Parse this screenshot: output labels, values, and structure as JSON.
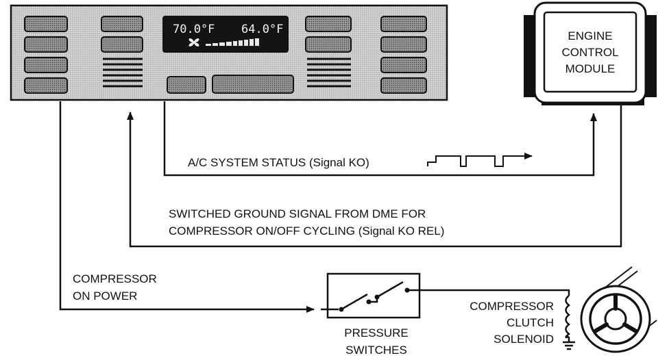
{
  "climate_panel": {
    "display_left": "70.0°F",
    "display_right": "64.0°F",
    "fan_icon": "fan-icon"
  },
  "ecm": {
    "line1": "ENGINE",
    "line2": "CONTROL",
    "line3": "MODULE"
  },
  "signals": {
    "ac_status": "A/C SYSTEM STATUS (Signal KO)",
    "ground_line1": "SWITCHED GROUND SIGNAL FROM DME FOR",
    "ground_line2": "COMPRESSOR ON/OFF CYCLING (Signal KO REL)",
    "power_line1": "COMPRESSOR",
    "power_line2": "ON POWER"
  },
  "pressure_switches": {
    "line1": "PRESSURE",
    "line2": "SWITCHES"
  },
  "clutch": {
    "line1": "COMPRESSOR",
    "line2": "CLUTCH",
    "line3": "SOLENOID"
  },
  "icons": [
    "fan-icon",
    "ground-icon",
    "coil-icon",
    "compressor-pulley-icon",
    "arrow-icon",
    "switch-icon"
  ]
}
